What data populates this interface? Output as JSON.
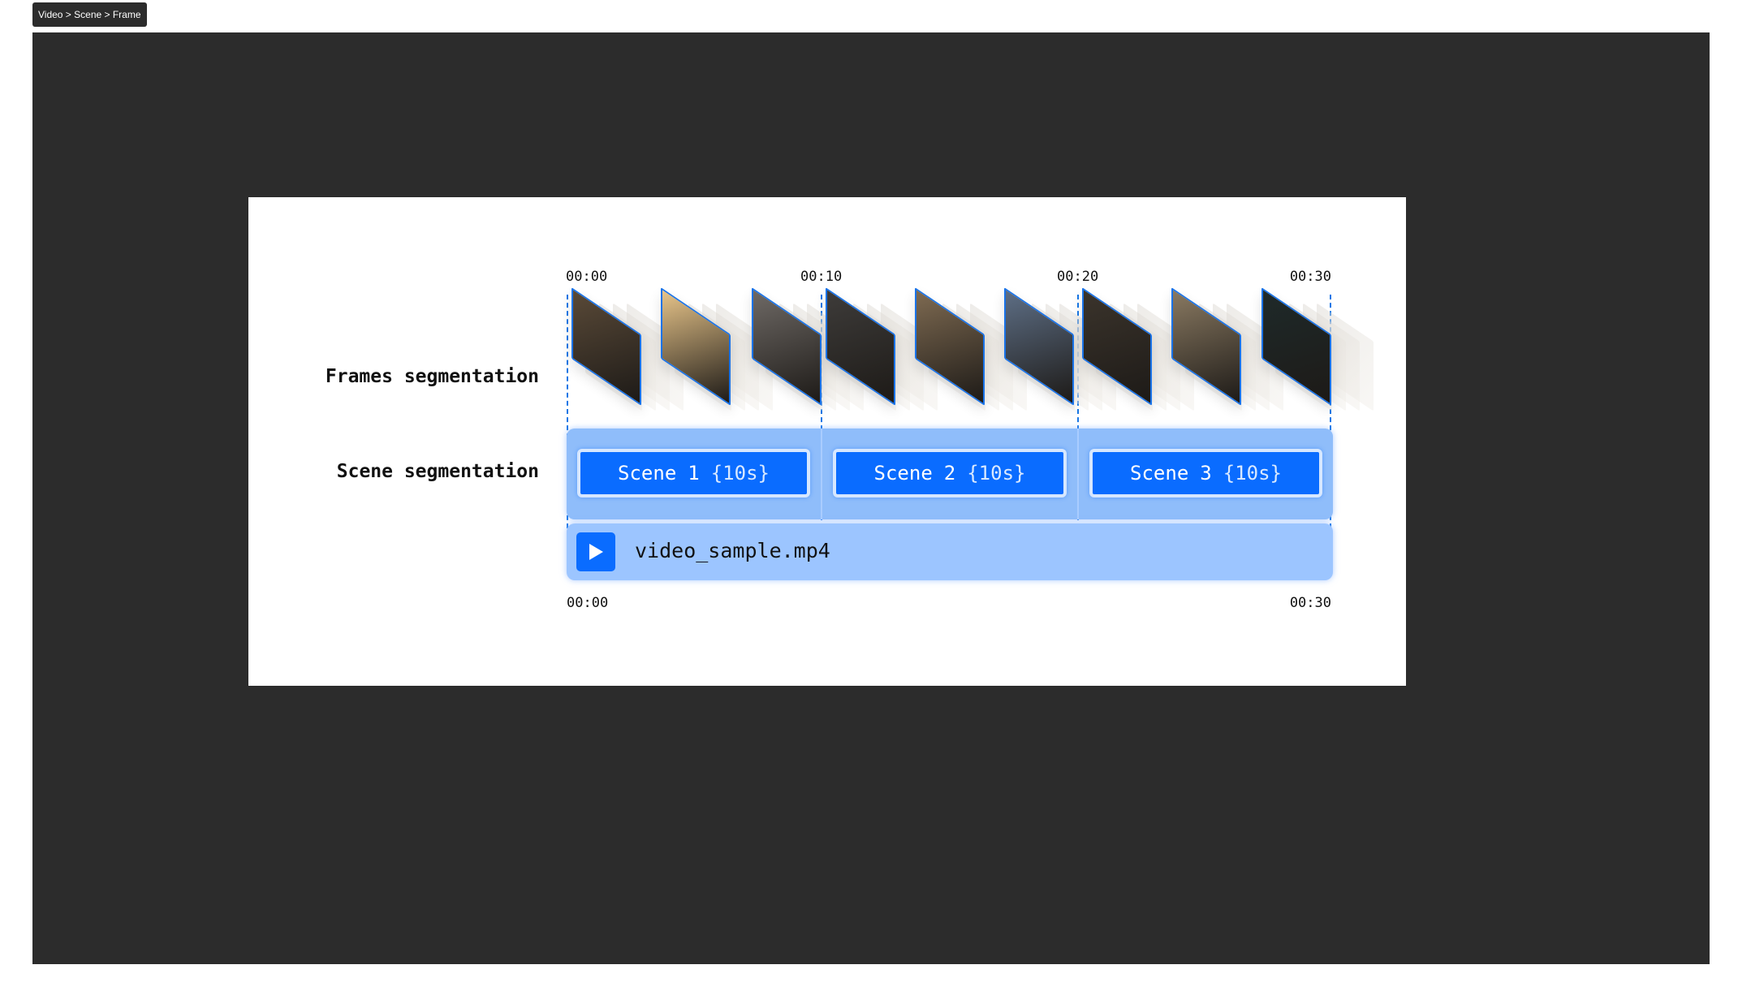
{
  "tag": "Video > Scene > Frame",
  "colors": {
    "accent": "#0a6cff",
    "guide": "#1877e6",
    "canvas": "#2c2c2c",
    "card": "#ffffff",
    "band": "#a9ccff"
  },
  "timeline": {
    "ticks": [
      "00:00",
      "00:10",
      "00:20",
      "00:30"
    ]
  },
  "labels": {
    "frames": "Frames segmentation",
    "scenes": "Scene segmentation"
  },
  "scenes": [
    {
      "name": "Scene",
      "number": "1",
      "duration": "{10s}"
    },
    {
      "name": "Scene",
      "number": "2",
      "duration": "{10s}"
    },
    {
      "name": "Scene",
      "number": "3",
      "duration": "{10s}"
    }
  ],
  "video": {
    "file_name": "video_sample.mp4",
    "start": "00:00",
    "end": "00:30",
    "icon": "play-icon"
  },
  "frames": [
    {
      "group": 1,
      "tone": "#5a4a38"
    },
    {
      "group": 1,
      "tone": "#e8c58a"
    },
    {
      "group": 1,
      "tone": "#6f6a66"
    },
    {
      "group": 2,
      "tone": "#3e3c3a"
    },
    {
      "group": 2,
      "tone": "#7f6b52"
    },
    {
      "group": 2,
      "tone": "#5e6f86"
    },
    {
      "group": 3,
      "tone": "#3b342c"
    },
    {
      "group": 3,
      "tone": "#8a7a62"
    },
    {
      "group": 3,
      "tone": "#1f2a2a"
    }
  ]
}
